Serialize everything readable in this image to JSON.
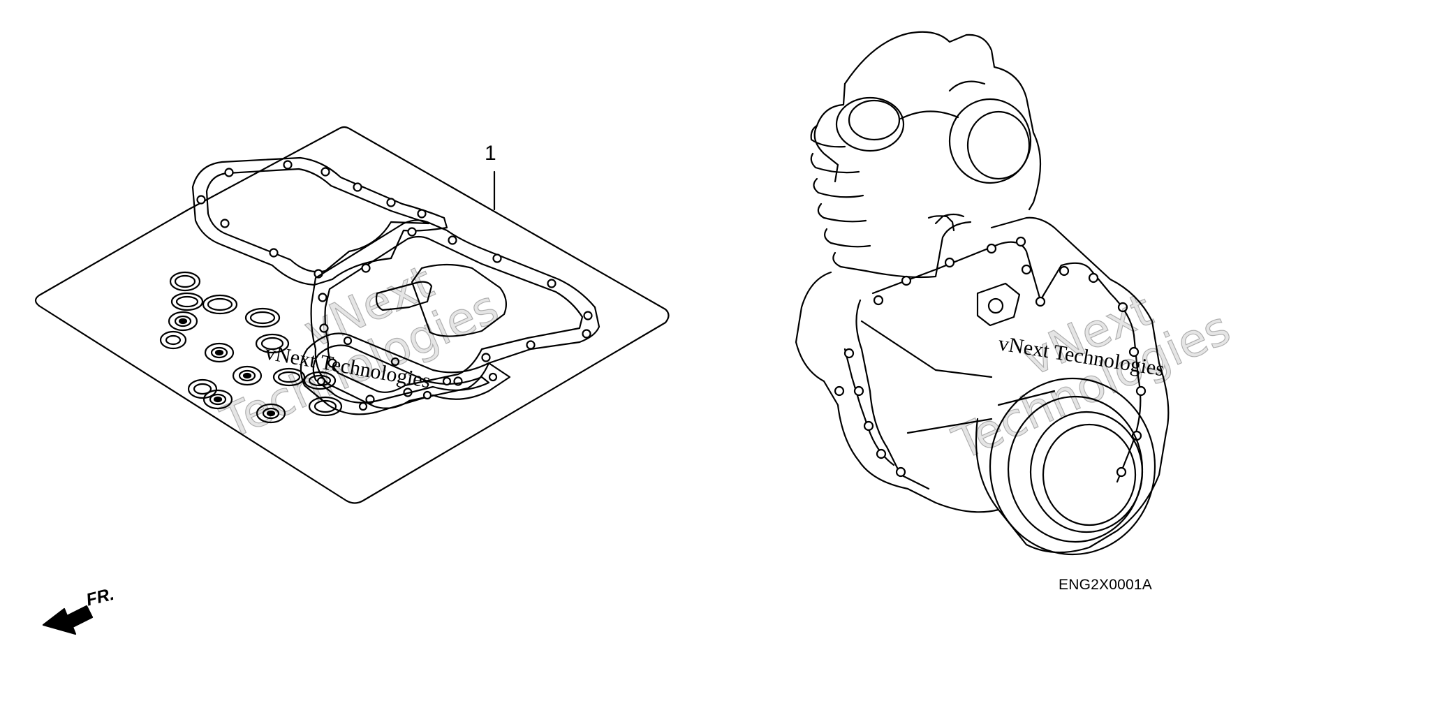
{
  "callout_label": "1",
  "diagram_code": "ENG2X0001A",
  "front_marker": "FR.",
  "watermark": {
    "small": "vNext Technologies",
    "big_line1": "vNext",
    "big_line2": "Technologies"
  },
  "icons": {
    "front_arrow": "arrow-left-icon"
  },
  "colors": {
    "line": "#000000",
    "background": "#ffffff"
  }
}
